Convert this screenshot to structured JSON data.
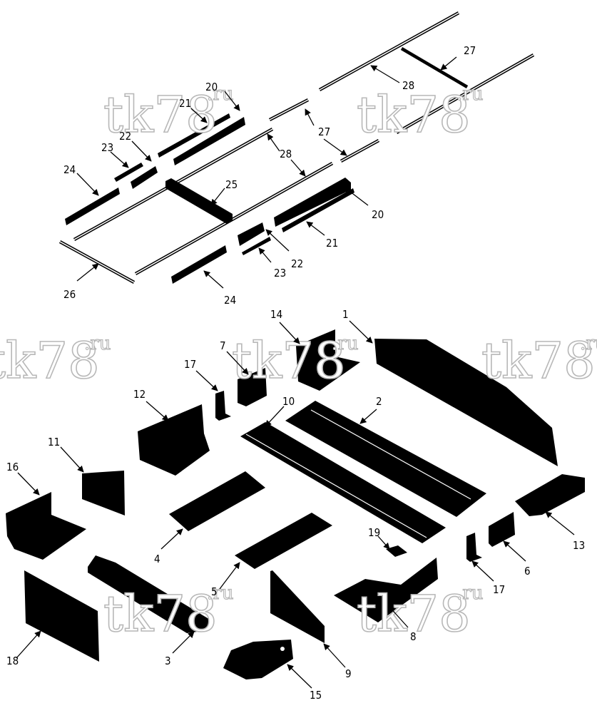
{
  "watermark": {
    "main": "tk78",
    "suffix": ".ru"
  },
  "callouts": {
    "c1": "1",
    "c2": "2",
    "c3": "3",
    "c4": "4",
    "c5": "5",
    "c6": "6",
    "c7": "7",
    "c8": "8",
    "c9": "9",
    "c10": "10",
    "c11": "11",
    "c12": "12",
    "c13": "13",
    "c14": "14",
    "c15": "15",
    "c16": "16",
    "c17a": "17",
    "c17b": "17",
    "c18": "18",
    "c19": "19",
    "c20a": "20",
    "c20b": "20",
    "c21a": "21",
    "c21b": "21",
    "c22a": "22",
    "c22b": "22",
    "c23a": "23",
    "c23b": "23",
    "c24a": "24",
    "c24b": "24",
    "c25": "25",
    "c26": "26",
    "c27a": "27",
    "c27b": "27",
    "c28a": "28",
    "c28b": "28"
  },
  "colors": {
    "part": "#000000",
    "background": "#ffffff",
    "watermark_outline": "#b8b8b8"
  }
}
